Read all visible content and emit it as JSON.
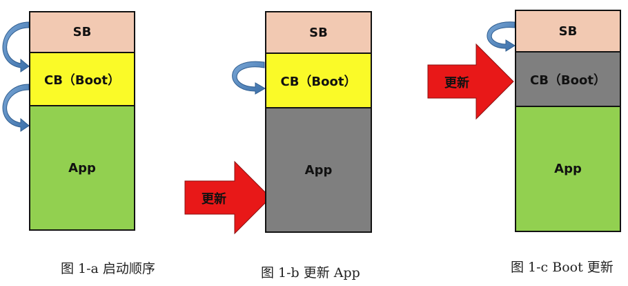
{
  "colors": {
    "sb": "#f2c9b2",
    "cb": "#fafa28",
    "app": "#92d050",
    "gray": "#7f7f7f",
    "curve_arrow": "#4a83c0",
    "update_arrow": "#e81818"
  },
  "icons": [
    "curved-arrow-icon",
    "update-arrow-icon"
  ],
  "figures": [
    {
      "blocks": {
        "sb": "SB",
        "cb": "CB（Boot）",
        "app": "App"
      },
      "caption": "图 1-a  启动顺序"
    },
    {
      "blocks": {
        "sb": "SB",
        "cb": "CB（Boot）",
        "app": "App"
      },
      "update_label": "更新",
      "caption": "图 1-b  更新 App"
    },
    {
      "blocks": {
        "sb": "SB",
        "cb": "CB（Boot）",
        "app": "App"
      },
      "update_label": "更新",
      "caption": "图 1-c Boot 更新"
    }
  ]
}
